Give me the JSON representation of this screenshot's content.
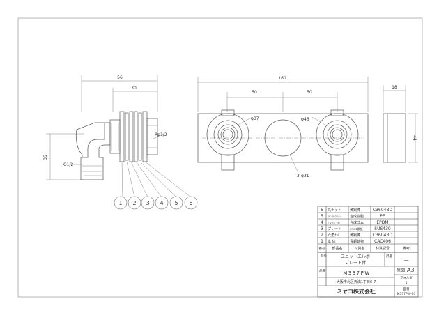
{
  "dimensions": {
    "side_overall": "56",
    "side_flange": "30",
    "side_height": "35",
    "thread_rp": "Rp1/2",
    "thread_g": "G1/2",
    "front_overall": "160",
    "front_pitch_left": "50",
    "front_pitch_right": "50",
    "dia_37": "φ37",
    "dia_46": "φ46",
    "holes": "3-φ31",
    "right_width": "18",
    "right_height": "44"
  },
  "balloons": [
    "1",
    "2",
    "3",
    "4",
    "5",
    "6"
  ],
  "parts": [
    {
      "no": "6",
      "name": "丸ナット",
      "material": "黄銅棒",
      "code": "C3604BD"
    },
    {
      "no": "5",
      "name": "ｽﾍﾟｰｻｰﾜｯｼｬｰ",
      "material": "合成樹脂",
      "code": "PE"
    },
    {
      "no": "4",
      "name": "ﾌﾟﾚｰﾄﾊﾟｯｷﾝ",
      "material": "合成ゴム",
      "code": "EPDM"
    },
    {
      "no": "3",
      "name": "プレート",
      "material": "ｽﾃﾝﾚｽ鋼板",
      "code": "SUS430"
    },
    {
      "no": "2",
      "name": "六角ﾅｯﾄ",
      "material": "黄銅棒",
      "code": "C3604BD"
    },
    {
      "no": "1",
      "name": "本 体",
      "material": "青銅鋳物",
      "code": "CAC406"
    }
  ],
  "part_header": {
    "no": "番号",
    "name": "部品名",
    "material": "材質名",
    "code": "材質記号",
    "remarks": "備考"
  },
  "title_block": {
    "name_label": "品名",
    "name_line1": "ユニットエルボ",
    "name_line2": "プレート付",
    "scale_label": "尺度",
    "scale_value": "—",
    "size_label": "原図",
    "size_value": "A3",
    "part_label": "品番",
    "part_no": "M337PW",
    "folder_label": "フォルダ",
    "folder_value": "1",
    "address": "大阪市北区天満1丁目6-7",
    "drawing_label": "図番",
    "drawing_no": "M337PW-03",
    "company": "ミヤコ株式会社"
  }
}
